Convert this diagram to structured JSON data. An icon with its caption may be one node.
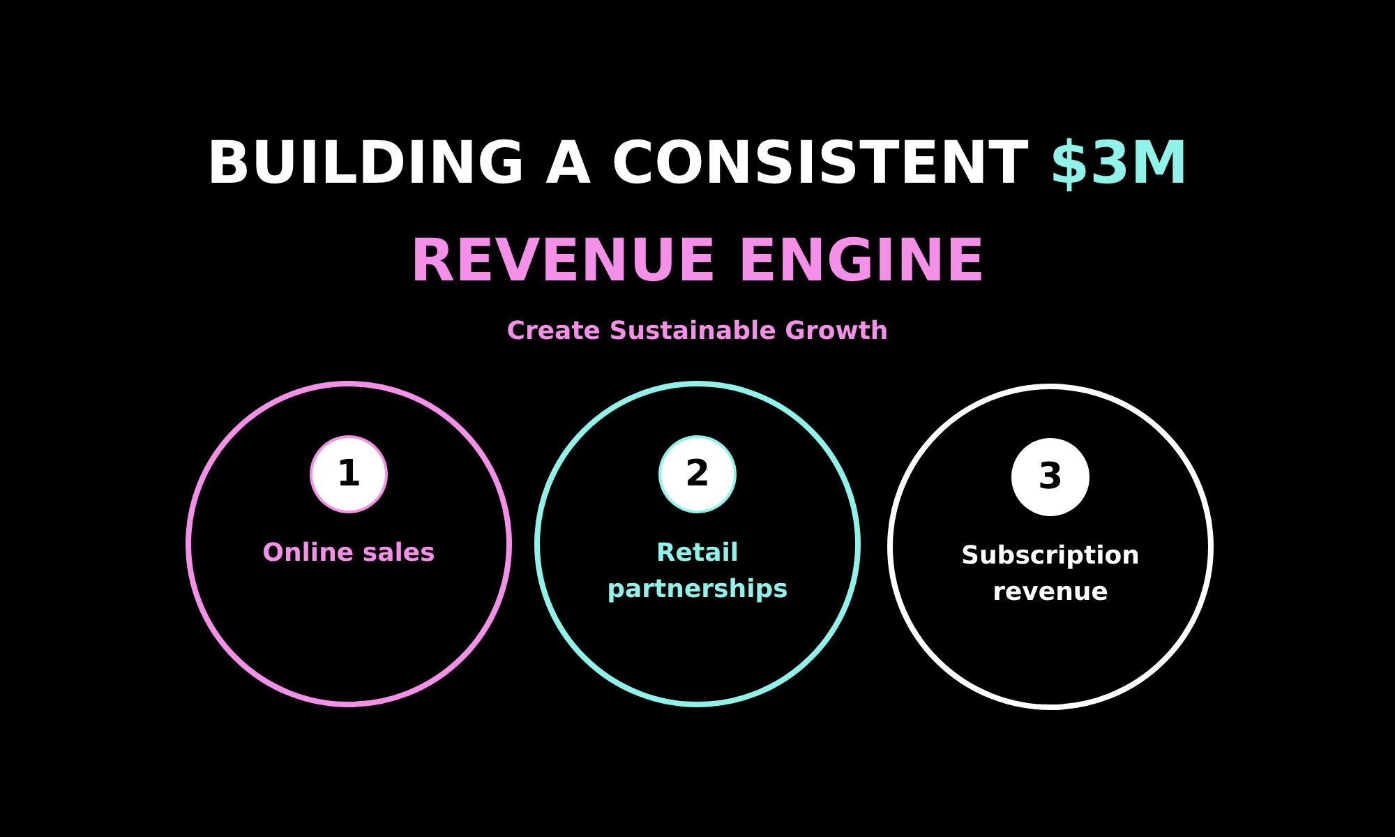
{
  "diagram": {
    "title": "BUILDING A CONSISTENT **$3M** *REVENUE ENGINE*",
    "nodes": [
      {
        "text": [
          "1",
          "Online sales"
        ]
      },
      {
        "text": [
          "2",
          "Retail partnerships"
        ]
      },
      {
        "text": [
          "3",
          "Subscription revenue"
        ]
      }
    ],
    "labels": [
      "Create Sustainable Growth"
    ]
  }
}
